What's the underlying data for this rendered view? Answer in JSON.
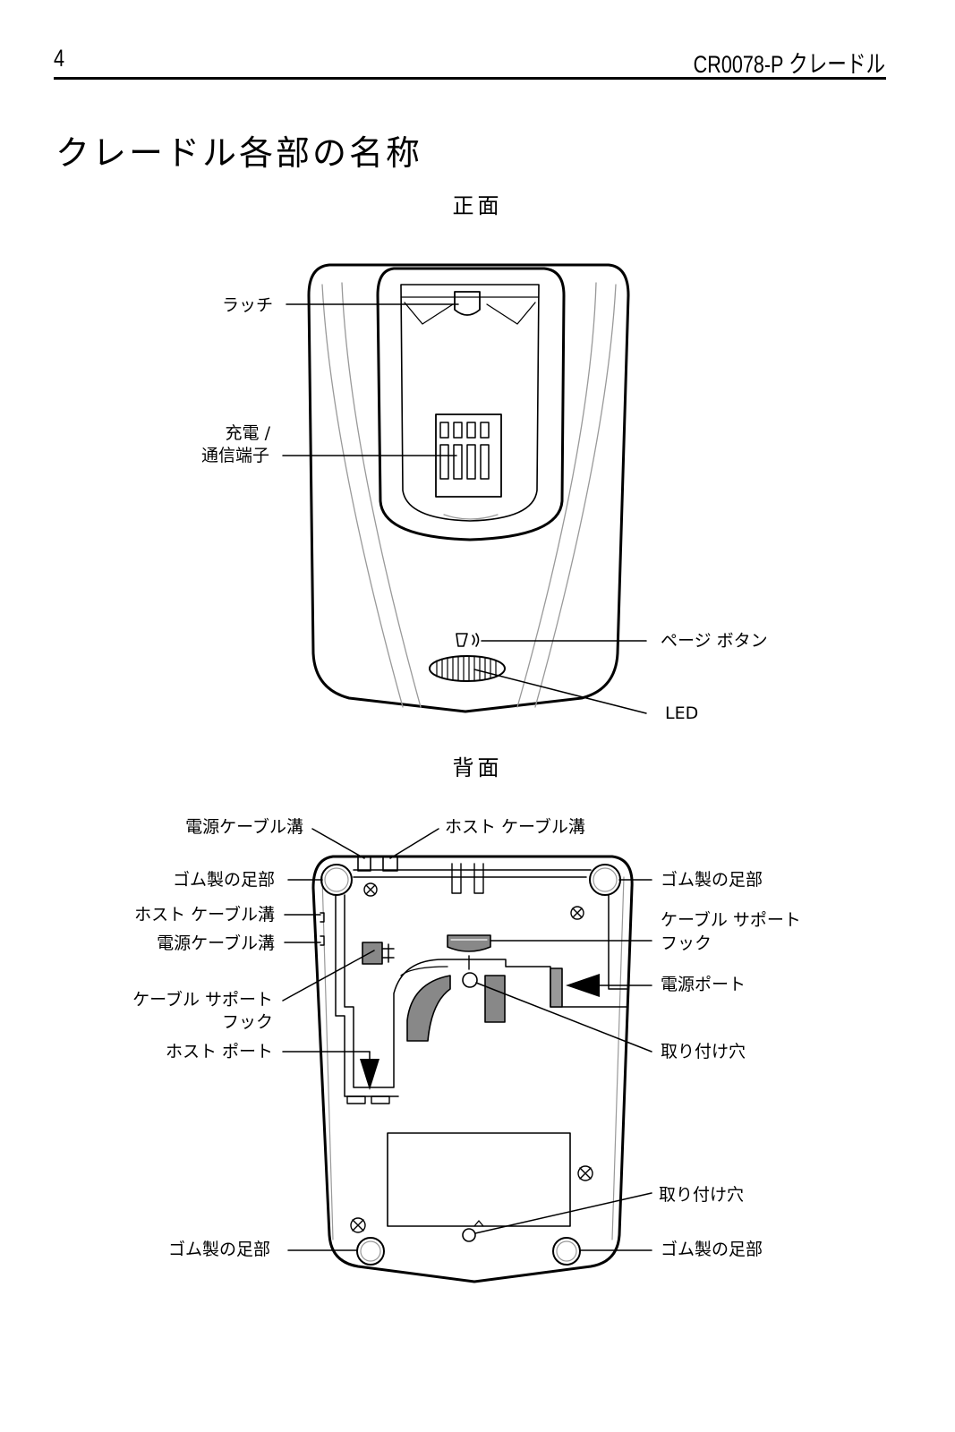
{
  "header": {
    "page_number": "4",
    "doc_title": "CR0078-P クレードル"
  },
  "section_title": "クレードル各部の名称",
  "front": {
    "title": "正面",
    "labels": {
      "latch": "ラッチ",
      "charge_line1": "充電 /",
      "charge_line2": "通信端子",
      "page_button": "ページ ボタン",
      "led": "LED"
    }
  },
  "back": {
    "title": "背面",
    "labels": {
      "power_groove_top": "電源ケーブル溝",
      "host_groove_top": "ホスト ケーブル溝",
      "rubber_foot_tl": "ゴム製の足部",
      "rubber_foot_tr": "ゴム製の足部",
      "host_groove_left": "ホスト ケーブル溝",
      "power_groove_left": "電源ケーブル溝",
      "cable_hook_right_1": "ケーブル サポート",
      "cable_hook_right_2": "フック",
      "power_port": "電源ポート",
      "cable_hook_left_1": "ケーブル サポート",
      "cable_hook_left_2": "フック",
      "mount_hole_1": "取り付け穴",
      "host_port": "ホスト ポート",
      "mount_hole_2": "取り付け穴",
      "rubber_foot_bl": "ゴム製の足部",
      "rubber_foot_br": "ゴム製の足部"
    }
  }
}
